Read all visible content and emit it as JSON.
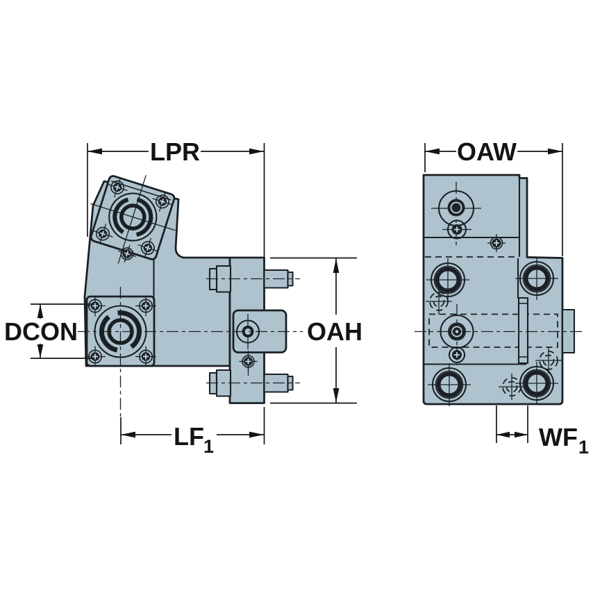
{
  "drawing": {
    "kind": "technical-dimension-drawing",
    "part": "angled clamping / tool holder unit, two orthographic views"
  },
  "labels": {
    "lpr": "LPR",
    "oaw": "OAW",
    "dcon": "DCON",
    "oah": "OAH",
    "lf_main": "LF",
    "lf_sub": "1",
    "wf_main": "WF",
    "wf_sub": "1"
  },
  "colors": {
    "background": "#ffffff",
    "body_fill": "#aec3ce",
    "outline_ink": "#1b2025",
    "dark_fill": "#1d242b",
    "dimension_ink": "#141414",
    "screw_slot_light": "#c8d5dd"
  }
}
